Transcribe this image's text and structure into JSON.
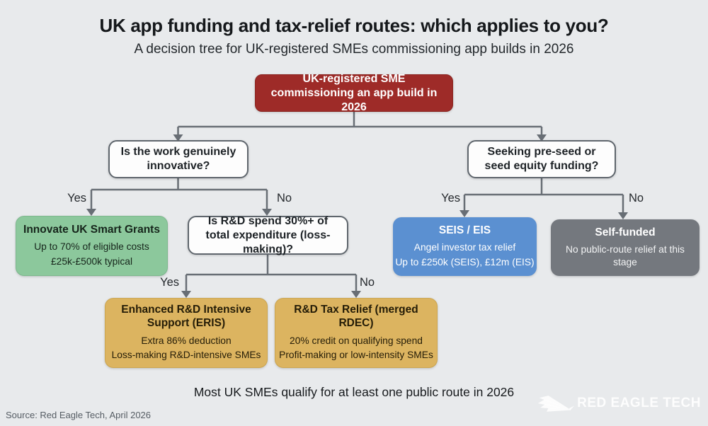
{
  "header": {
    "title": "UK app funding and tax-relief routes: which applies to you?",
    "subtitle": "A decision tree for UK-registered SMEs commissioning app builds in 2026"
  },
  "labels": {
    "yes": "Yes",
    "no": "No"
  },
  "tree": {
    "root": {
      "text": "UK-registered SME commissioning an app build in 2026"
    },
    "q_innovative": {
      "text": "Is the work genuinely innovative?"
    },
    "q_equity": {
      "text": "Seeking pre-seed or seed equity funding?"
    },
    "q_rd_intensity": {
      "text": "Is R&D spend 30%+ of total expenditure (loss-making)?"
    },
    "innovate_uk": {
      "title": "Innovate UK Smart Grants",
      "line1": "Up to 70% of eligible costs",
      "line2": "£25k-£500k typical"
    },
    "seis_eis": {
      "title": "SEIS / EIS",
      "line1": "Angel investor tax relief",
      "line2": "Up to £250k (SEIS), £12m (EIS)"
    },
    "self_funded": {
      "title": "Self-funded",
      "line1": "No public-route relief at this stage"
    },
    "eris": {
      "title": "Enhanced R&D Intensive Support (ERIS)",
      "line1": "Extra 86% deduction",
      "line2": "Loss-making R&D-intensive SMEs"
    },
    "rdec": {
      "title": "R&D Tax Relief (merged RDEC)",
      "line1": "20% credit on qualifying spend",
      "line2": "Profit-making or low-intensity SMEs"
    }
  },
  "footer": {
    "note": "Most UK SMEs qualify for at least one public route in 2026",
    "source": "Source: Red Eagle Tech, April 2026",
    "logo_text": "RED EAGLE TECH"
  },
  "colors": {
    "background": "#e8eaec",
    "root_red": "#9e2b28",
    "grant_green": "#8cc89c",
    "equity_blue": "#5b90d1",
    "neutral_gray": "#74787e",
    "relief_gold": "#dcb460",
    "connector_gray": "#686e75"
  }
}
